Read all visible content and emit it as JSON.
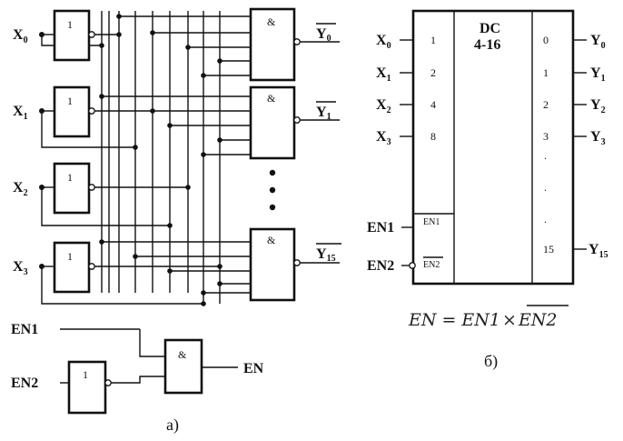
{
  "circuit_a": {
    "inputs": [
      {
        "main": "X",
        "sub": "0"
      },
      {
        "main": "X",
        "sub": "1"
      },
      {
        "main": "X",
        "sub": "2"
      },
      {
        "main": "X",
        "sub": "3"
      }
    ],
    "inverter_label": "1",
    "and_label": "&",
    "outputs": [
      {
        "main": "Y",
        "sub": "0"
      },
      {
        "main": "Y",
        "sub": "1"
      },
      {
        "main": "Y",
        "sub": "15"
      }
    ],
    "enable_inputs": [
      "EN1",
      "EN2"
    ],
    "enable_output": "EN",
    "caption": "а)"
  },
  "circuit_b": {
    "title_line1": "DC",
    "title_line2": "4-16",
    "inputs": [
      {
        "main": "X",
        "sub": "0",
        "weight": "1"
      },
      {
        "main": "X",
        "sub": "1",
        "weight": "2"
      },
      {
        "main": "X",
        "sub": "2",
        "weight": "4"
      },
      {
        "main": "X",
        "sub": "3",
        "weight": "8"
      }
    ],
    "outputs": [
      {
        "main": "Y",
        "sub": "0",
        "index": "0"
      },
      {
        "main": "Y",
        "sub": "1",
        "index": "1"
      },
      {
        "main": "Y",
        "sub": "2",
        "index": "2"
      },
      {
        "main": "Y",
        "sub": "3",
        "index": "3"
      },
      {
        "main": "Y",
        "sub": "15",
        "index": "15"
      }
    ],
    "ellipsis": ".",
    "enable_pins": [
      {
        "outer": "EN1",
        "inner": "EN1"
      },
      {
        "outer": "EN2",
        "inner": "EN2"
      }
    ],
    "formula": {
      "lhs": "EN",
      "eq": "=",
      "t1": "EN1",
      "op": "×",
      "t2": "EN2"
    },
    "caption": "б)"
  }
}
